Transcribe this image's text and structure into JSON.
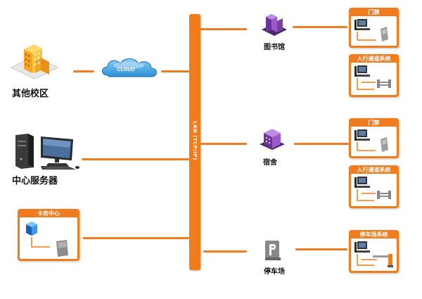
{
  "nodes": {
    "other_campus": "其他校区",
    "central_server": "中心服务器",
    "card_center": "卡务中心",
    "library": "图书馆",
    "dormitory": "宿舍",
    "parking": "停车场"
  },
  "cloud": {
    "label": "CLOUD"
  },
  "lan": {
    "label": "LAN (TCP/IP)"
  },
  "systems": {
    "access_control": "门禁",
    "pedestrian_channel": "人行通道系统",
    "parking_system": "停车场系统"
  },
  "colors": {
    "accent": "#f07c1e",
    "purple": "#7b3fa0",
    "cloud_blue": "#2b8fd6"
  },
  "icons": [
    "building-icon",
    "cloud-icon",
    "server-computer-icon",
    "card-reader-icon",
    "library-building-icon",
    "dormitory-building-icon",
    "parking-sign-icon",
    "turnstile-icon",
    "barrier-gate-icon"
  ]
}
